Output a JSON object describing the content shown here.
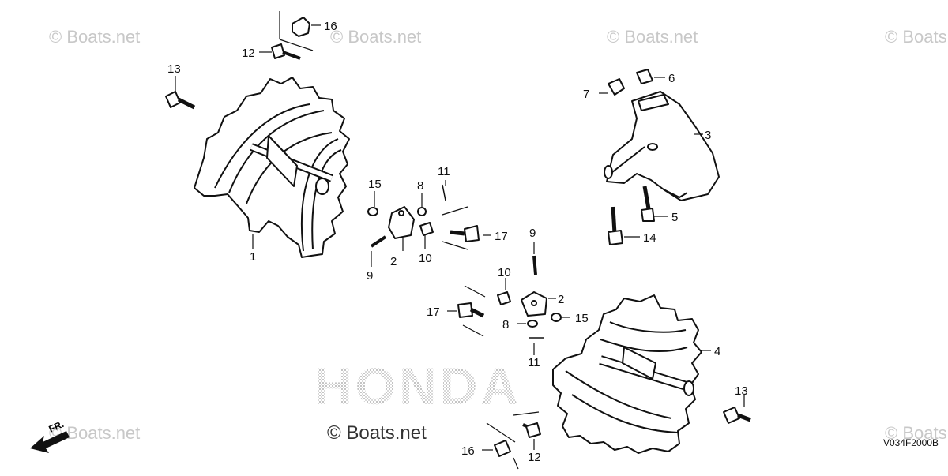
{
  "diagram": {
    "code": "V034F2000B",
    "direction_label": "FR.",
    "brand_watermark": "HONDA",
    "site_watermark": "© Boats.net",
    "callouts": {
      "c1": "1",
      "c2a": "2",
      "c2b": "2",
      "c3": "3",
      "c4": "4",
      "c5": "5",
      "c6": "6",
      "c7": "7",
      "c8a": "8",
      "c8b": "8",
      "c9a": "9",
      "c9b": "9",
      "c10a": "10",
      "c10b": "10",
      "c11a": "11",
      "c11b": "11",
      "c12a": "12",
      "c12b": "12",
      "c13a": "13",
      "c13b": "13",
      "c14": "14",
      "c15a": "15",
      "c15b": "15",
      "c16a": "16",
      "c16b": "16",
      "c17a": "17",
      "c17b": "17"
    }
  }
}
